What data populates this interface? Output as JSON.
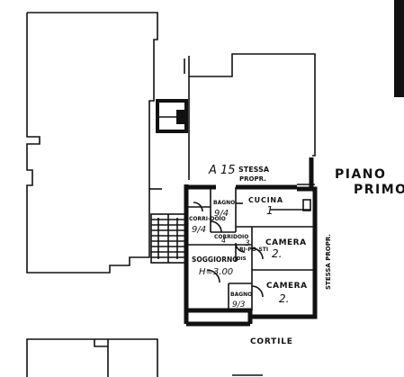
{
  "title": {
    "line1": "PIANO",
    "line2": "PRIMO"
  },
  "labels": {
    "stessa_prop_top_1": "STESSA",
    "stessa_prop_top_2": "PROPR.",
    "stessa_prop_right": "STESSA PROPR.",
    "cortile": "CORTILE",
    "sub_ref": "A 15"
  },
  "rooms": [
    {
      "id": "bagno-top",
      "name": "BAGNO",
      "note": "9/4"
    },
    {
      "id": "cucina",
      "name": "CUCINA",
      "note": "1"
    },
    {
      "id": "corridoio-left",
      "name": "CORRI-DOIO",
      "note": "9/4"
    },
    {
      "id": "corridoio",
      "name": "CORRIDOIO",
      "note": "4"
    },
    {
      "id": "ripostiglio",
      "name": "RI-PO-STI",
      "note": "3"
    },
    {
      "id": "camera-1",
      "name": "CAMERA",
      "note": "2."
    },
    {
      "id": "soggiorno",
      "name": "SOGGIORNO",
      "note": "H=3.00"
    },
    {
      "id": "camera-2",
      "name": "CAMERA",
      "note": "2."
    },
    {
      "id": "bagno-bottom",
      "name": "BAGNO",
      "note": "9/3"
    },
    {
      "id": "disimpegno",
      "name": "DIS",
      "note": ""
    }
  ],
  "colors": {
    "ink": "#111111",
    "paper": "#ffffff"
  }
}
